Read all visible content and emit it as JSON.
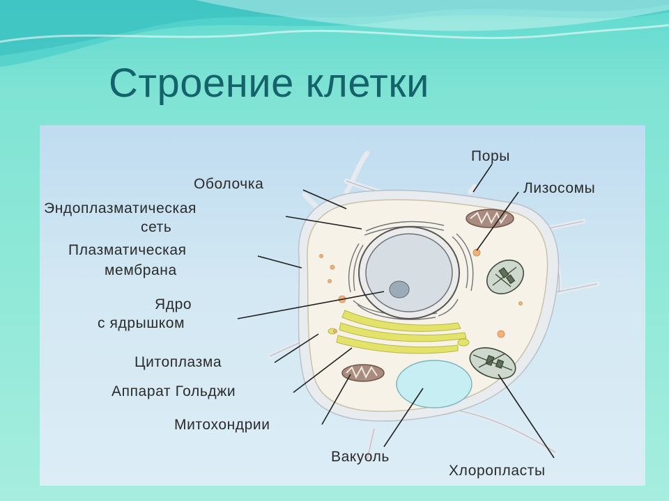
{
  "title": "Строение клетки",
  "labels": {
    "pores": "Поры",
    "shell": "Оболочка",
    "er_line1": "Эндоплазматическая",
    "er_line2": "сеть",
    "lysosomes": "Лизосомы",
    "membrane_line1": "Плазматическая",
    "membrane_line2": "мембрана",
    "nucleus_line1": "Ядро",
    "nucleus_line2": "с ядрышком",
    "cytoplasm": "Цитоплазма",
    "golgi": "Аппарат Гольджи",
    "mitochondria": "Митохондрии",
    "vacuole": "Вакуоль",
    "chloroplasts": "Хлоропласты"
  },
  "colors": {
    "title": "#14636b",
    "cell_wall": "#e4e7ec",
    "cytoplasm": "#f5f1e6",
    "nucleus": "#d6dde3",
    "golgi": "#e2e26a",
    "vacuole": "#c7eef2",
    "mitochondria": "#a98b80",
    "chloroplast": "#9fb39a"
  }
}
